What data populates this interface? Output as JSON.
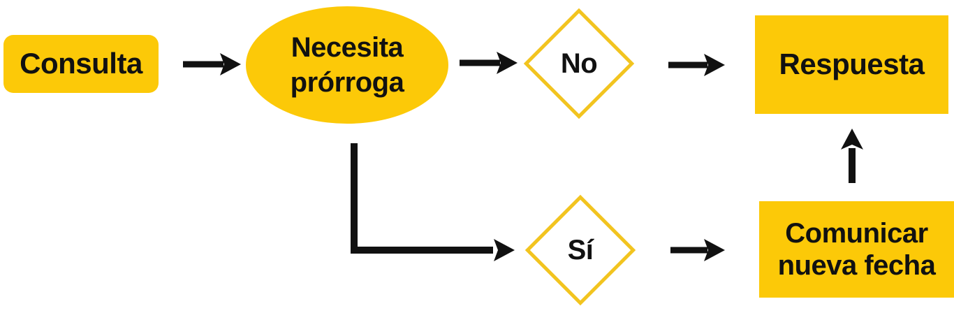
{
  "colors": {
    "yellow": "#FCC908",
    "diamond_border": "#F2C41F",
    "arrow_black": "#111111",
    "text_black": "#111111",
    "background": "#FFFFFF"
  },
  "nodes": {
    "consulta": {
      "label": "Consulta",
      "shape": "rounded-rectangle"
    },
    "necesita_prorroga": {
      "line1": "Necesita",
      "line2": "prórroga",
      "shape": "ellipse"
    },
    "no": {
      "label": "No",
      "shape": "diamond"
    },
    "respuesta": {
      "label": "Respuesta",
      "shape": "rectangle"
    },
    "si": {
      "label": "Sí",
      "shape": "diamond"
    },
    "comunicar_nueva_fecha": {
      "line1": "Comunicar",
      "line2": "nueva fecha",
      "shape": "rectangle"
    }
  },
  "edges": [
    {
      "from": "consulta",
      "to": "necesita_prorroga"
    },
    {
      "from": "necesita_prorroga",
      "to": "no"
    },
    {
      "from": "no",
      "to": "respuesta"
    },
    {
      "from": "necesita_prorroga",
      "to": "si"
    },
    {
      "from": "si",
      "to": "comunicar_nueva_fecha"
    },
    {
      "from": "comunicar_nueva_fecha",
      "to": "respuesta"
    }
  ]
}
